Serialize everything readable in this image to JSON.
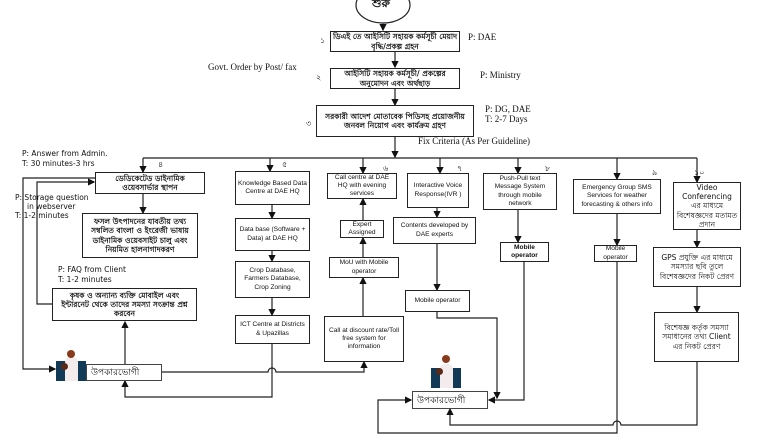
{
  "start": {
    "label": "শুরু"
  },
  "steps": [
    {
      "num": "১",
      "text": "ডিএই তে আইসিটি সহায়ক কর্মসূচী মেয়াদ বৃদ্ধি/প্রকল্প গ্রহন",
      "note": "P: DAE"
    },
    {
      "num": "২",
      "text": "আইসিটি সহায়ক কর্মসূচী/ প্রকল্পের অনুমোদন এবং অর্থছাড়",
      "note": "P: Ministry",
      "side_note": "Govt. Order by Post/ fax"
    },
    {
      "num": "৩",
      "text": "সরকারী আদেশ মোতাবেক পিডিসহ প্রয়োজনীয় জনবল নিয়োগ এবং কার্যক্রম গ্রহণ",
      "note_p": "P: DG, DAE",
      "note_t": "T: 2-7 Days"
    }
  ],
  "fix_criteria": "Fix Criteria (As Per Guideline)",
  "branch4": {
    "num": "৪",
    "box1": "ডেডিকেটেড  ডাইনামিক ওয়েবসার্ভার স্থাপন",
    "box2": "ফসল উৎপাদনের যাবতীয় তথ্য সম্বলিত বাংলা ও ইংরেজী ভাষায় ডাইনামিক ওয়েবসাইট চালু এবং নিয়মিত হালনাগাদকরণ",
    "box3": "কৃষক ও অন্যান্য ব্যক্তি মোবাইল এবং ইন্টারনেট থেকে তাদের সমস্যা সংক্রান্ত প্রশ্ন করবেন",
    "note_answer_p": "P: Answer from Admin.",
    "note_answer_t": "T: 30 minutes-3 hrs",
    "note_storage_p": "P: Storage question",
    "note_storage_p2": "in webserver",
    "note_storage_t": "T: 1-2 minutes",
    "note_faq_p": "P: FAQ from Client",
    "note_faq_t": "T: 1-2 minutes"
  },
  "branch5": {
    "num": "৫",
    "boxes": [
      "Knowledge Based Data Centre at DAE HQ",
      "Data base (Software + Data)  at DAE HQ",
      "Crop Database, Farmers Database, Crop Zoning",
      "ICT Centre at Districts & Upazillas"
    ]
  },
  "branch6": {
    "num": "৬",
    "call_centre": "Call centre at DAE HQ with evening services",
    "expert": "Expert Assigned",
    "mou": "MoU with Mobile operator",
    "discount": "Call at discount rate/Toll free system for information"
  },
  "branch7": {
    "num": "৭",
    "ivr": "Interactive Voice Response(IVR )",
    "contents": "Contents developed by DAE experts",
    "mobile": "Mobile operator"
  },
  "branch8": {
    "num": "৮",
    "push": "Push-Pull text Message System through  mobile network",
    "mobile": "Mobile operator"
  },
  "branch9": {
    "num": "৯",
    "sms": "Emergency Group SMS Services for weather forecasting & others info",
    "mobile": "Mobile operator"
  },
  "branch10": {
    "num": "১০",
    "video": "Video Conferencing এর মাধ্যমে বিশেষজ্ঞদের মতামত প্রদান",
    "gps": "GPS প্রযুক্তি এর মাধ্যমে সমস্যার ছবি তুলে বিশেষজ্ঞদের নিকট প্রেরণ",
    "expert": "বিশেষজ্ঞ কর্তৃক সমস্যা সমাধানের তথ্য Client এর নিকট প্রেরণ"
  },
  "beneficiary": {
    "label": "উপকারভোগী"
  }
}
